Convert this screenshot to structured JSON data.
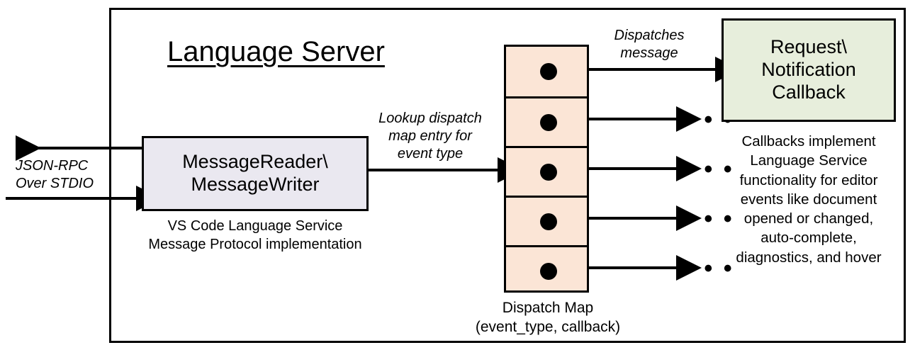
{
  "diagram": {
    "title": "Language Server",
    "colors": {
      "reader_fill": "#eae8f0",
      "map_fill": "#fbe5d6",
      "callback_fill": "#e7eedc",
      "stroke": "#000000",
      "background": "#ffffff"
    }
  },
  "external": {
    "transport_label_line1": "JSON-RPC",
    "transport_label_line2": "Over STDIO",
    "outbound_arrow": "arrow-left",
    "inbound_arrow": "arrow-right"
  },
  "reader": {
    "title_line1": "MessageReader\\",
    "title_line2": "MessageWriter",
    "caption_line1": "VS Code Language Service",
    "caption_line2": "Message Protocol implementation"
  },
  "lookup_edge": {
    "line1": "Lookup dispatch",
    "line2": "map entry for",
    "line3": "event type"
  },
  "dispatch_map": {
    "caption_line1": "Dispatch Map",
    "caption_line2": "(event_type, callback)",
    "row_count": 5,
    "rows": [
      {
        "index": 1,
        "marker": "callback-dot"
      },
      {
        "index": 2,
        "marker": "callback-dot"
      },
      {
        "index": 3,
        "marker": "callback-dot"
      },
      {
        "index": 4,
        "marker": "callback-dot"
      },
      {
        "index": 5,
        "marker": "callback-dot"
      }
    ]
  },
  "dispatch_edge": {
    "line1": "Dispatches",
    "line2": "message"
  },
  "callback": {
    "title_line1": "Request\\",
    "title_line2": "Notification",
    "title_line3": "Callback",
    "caption_line1": "Callbacks implement",
    "caption_line2": "Language Service",
    "caption_line3": "functionality for editor",
    "caption_line4": "events like document",
    "caption_line5": "opened or changed,",
    "caption_line6": "auto-complete,",
    "caption_line7": "diagnostics, and hover"
  },
  "ellipses": {
    "glyph": "• • •",
    "count": 4
  }
}
